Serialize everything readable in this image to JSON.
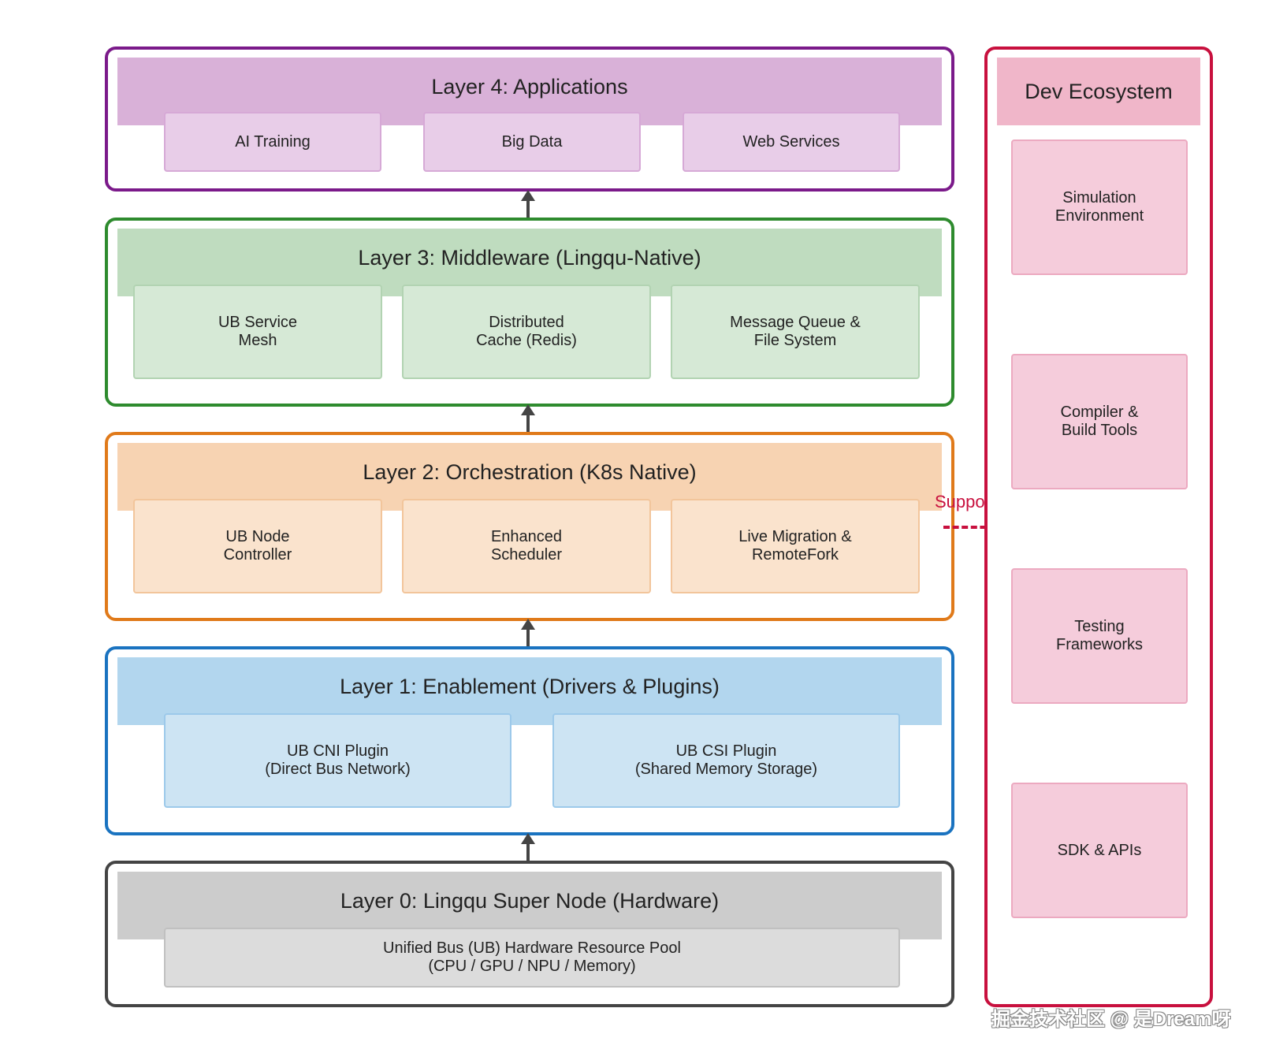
{
  "layers": {
    "layer4": {
      "title": "Layer 4: Applications",
      "items": [
        "AI Training",
        "Big Data",
        "Web Services"
      ]
    },
    "layer3": {
      "title": "Layer 3: Middleware (Lingqu-Native)",
      "items": [
        "UB Service\nMesh",
        "Distributed\nCache (Redis)",
        "Message Queue &\nFile System"
      ]
    },
    "layer2": {
      "title": "Layer 2: Orchestration (K8s Native)",
      "items": [
        "UB Node\nController",
        "Enhanced\nScheduler",
        "Live Migration &\nRemoteFork"
      ]
    },
    "layer1": {
      "title": "Layer 1: Enablement (Drivers & Plugins)",
      "items": [
        "UB CNI Plugin\n(Direct Bus Network)",
        "UB CSI Plugin\n(Shared Memory Storage)"
      ]
    },
    "layer0": {
      "title": "Layer 0: Lingqu Super Node (Hardware)",
      "items": [
        "Unified Bus (UB) Hardware Resource Pool\n(CPU / GPU / NPU / Memory)"
      ]
    }
  },
  "ecosystem": {
    "title": "Dev Ecosystem",
    "items": [
      "Simulation\nEnvironment",
      "Compiler &\nBuild Tools",
      "Testing\nFrameworks",
      "SDK & APIs"
    ]
  },
  "support_label": "Support",
  "watermark": "掘金技术社区 @ 是Dream呀",
  "colors": {
    "layer4": "#7b1a8a",
    "layer3": "#2e8b2e",
    "layer2": "#e07a1a",
    "layer1": "#1a73c0",
    "layer0": "#444444",
    "ecosystem": "#c8103e"
  }
}
